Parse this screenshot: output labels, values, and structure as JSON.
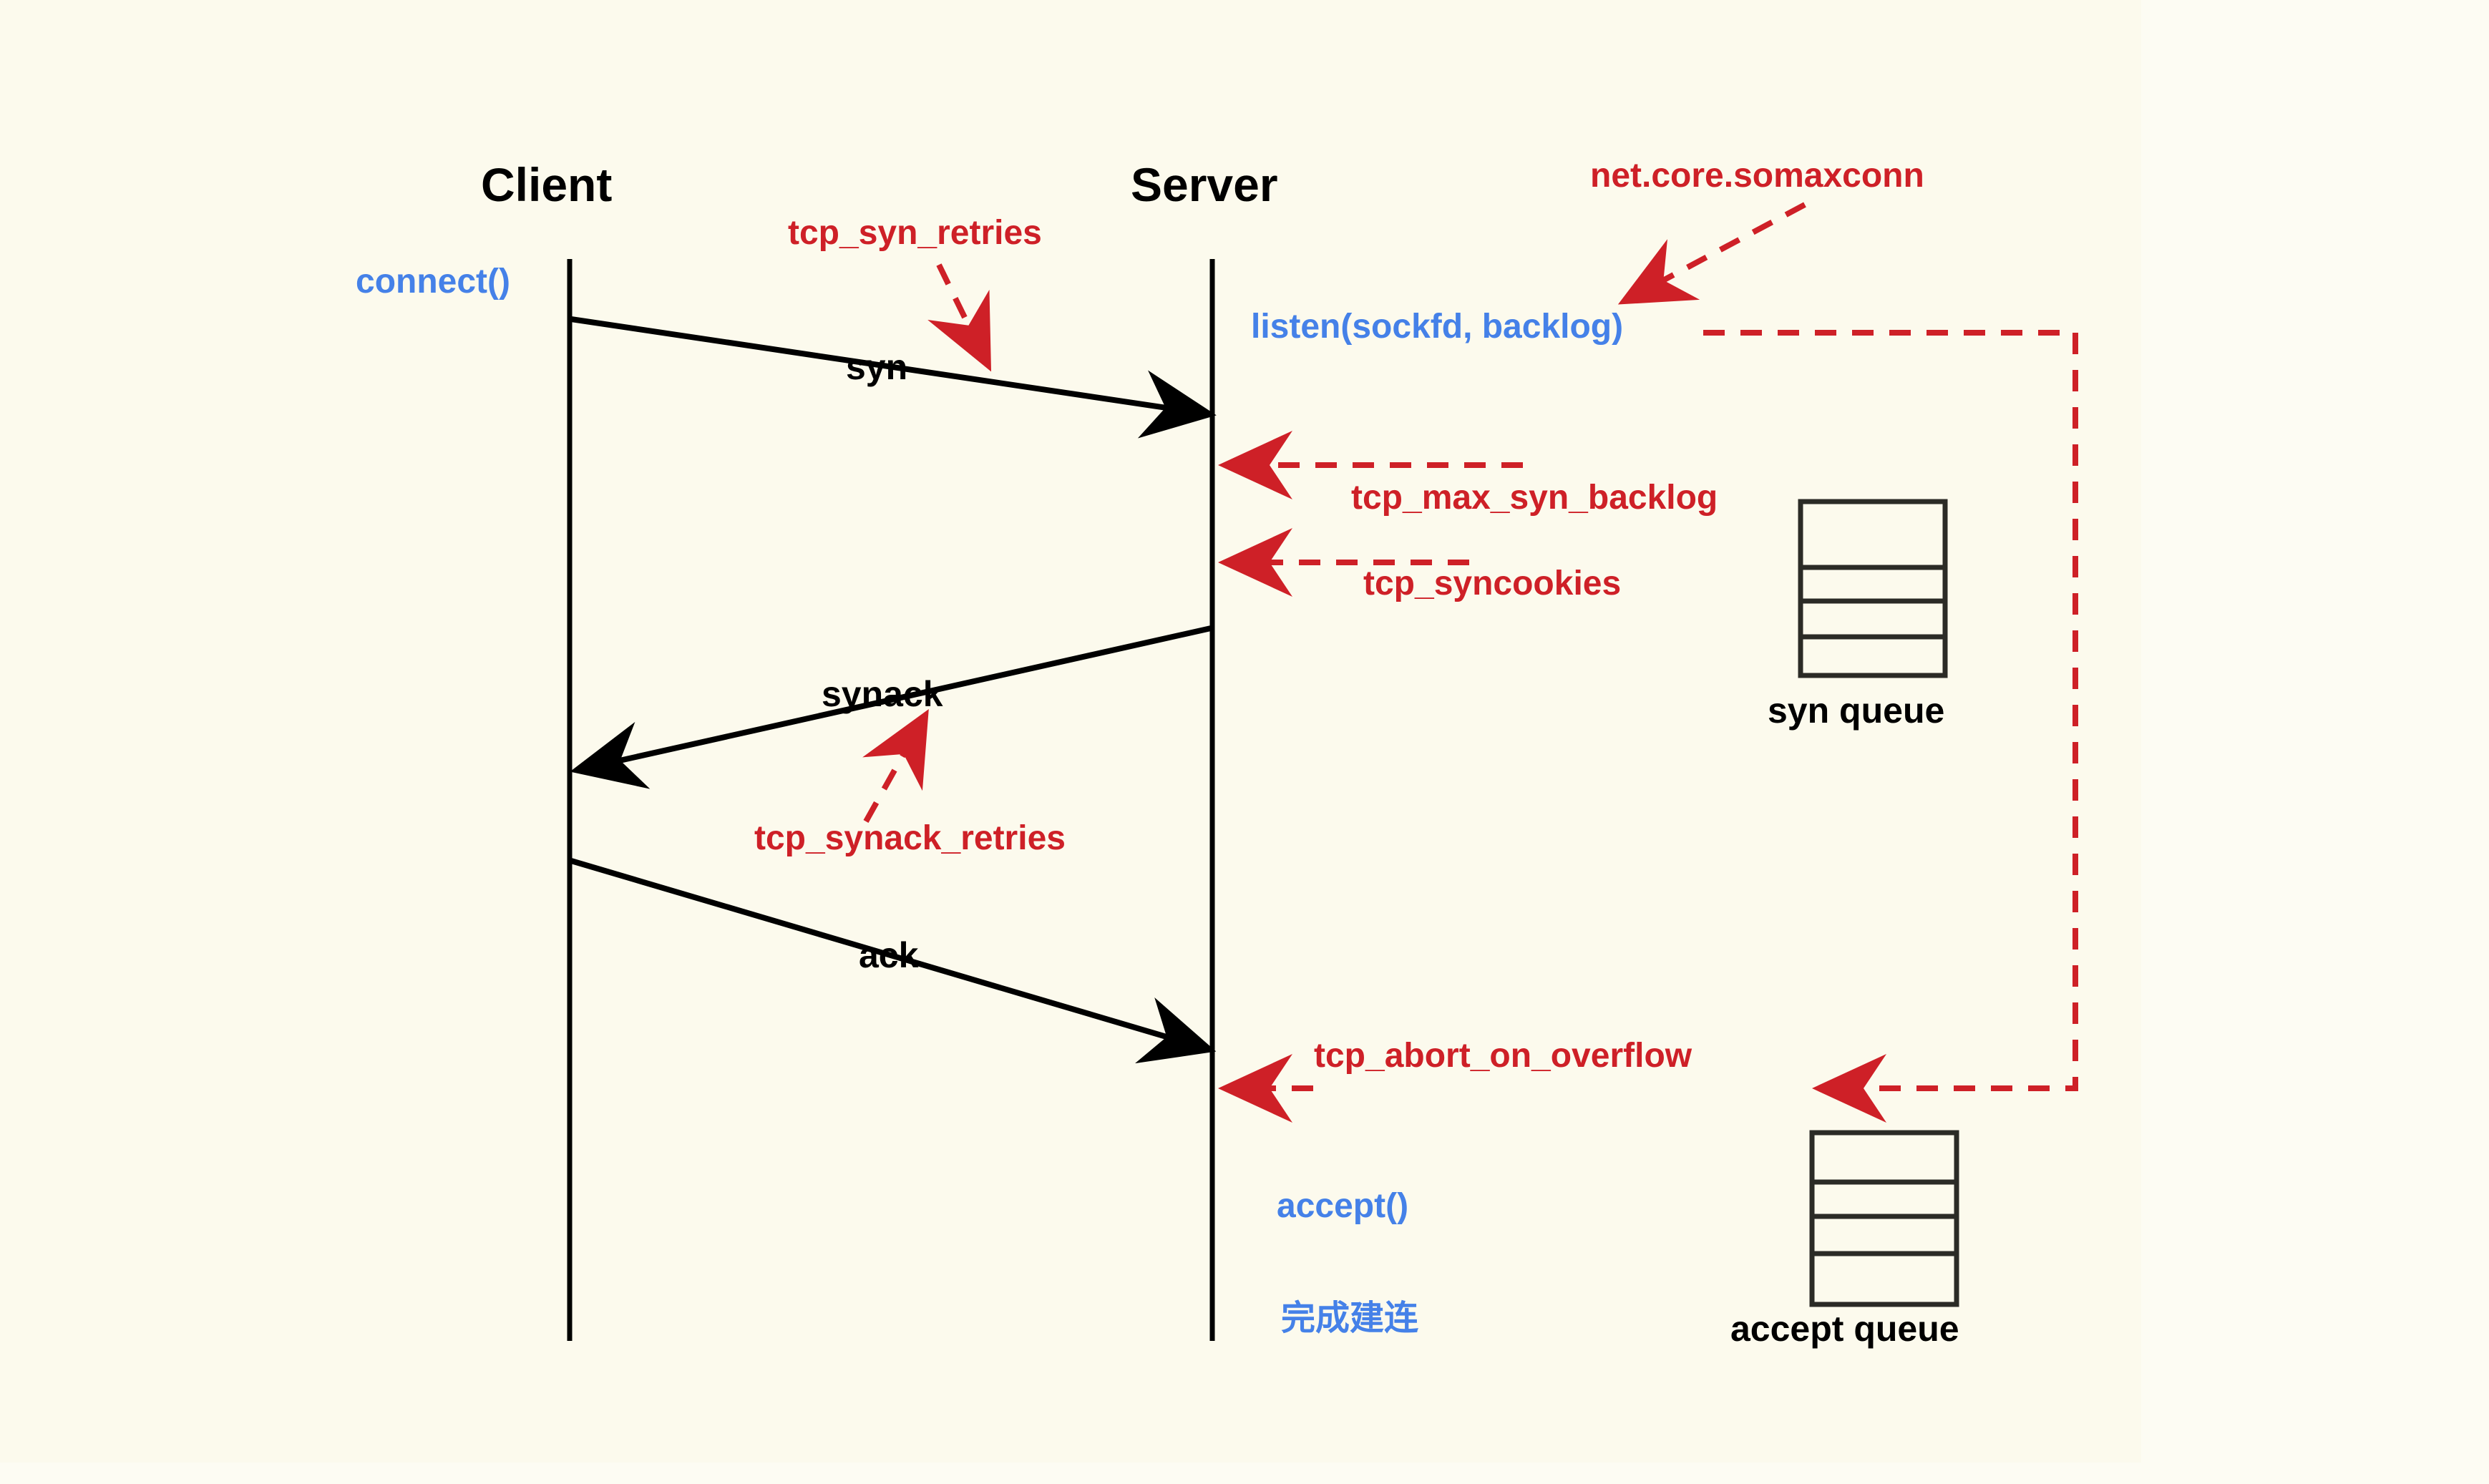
{
  "diagram": {
    "title": "TCP three-way handshake with kernel tuning parameters",
    "background_color": "#fdfcf3",
    "canvas_color": "#fcfaed",
    "colors": {
      "black": "#000000",
      "red": "#ce2027",
      "blue": "#4581e8"
    },
    "actors": [
      {
        "id": "client",
        "label": "Client"
      },
      {
        "id": "server",
        "label": "Server"
      }
    ],
    "messages": [
      {
        "id": "syn",
        "label": "syn",
        "direction": "client-to-server"
      },
      {
        "id": "synack",
        "label": "synack",
        "direction": "server-to-client"
      },
      {
        "id": "ack",
        "label": "ack",
        "direction": "client-to-server"
      }
    ],
    "api_calls": [
      {
        "id": "connect",
        "label": "connect()",
        "side": "client"
      },
      {
        "id": "listen",
        "label": "listen(sockfd, backlog)",
        "side": "server"
      },
      {
        "id": "accept",
        "label": "accept()",
        "side": "server"
      },
      {
        "id": "done",
        "label": "完成建连",
        "side": "server"
      }
    ],
    "kernel_params": [
      {
        "id": "tcp_syn_retries",
        "label": "tcp_syn_retries"
      },
      {
        "id": "net_core_somaxconn",
        "label": "net.core.somaxconn"
      },
      {
        "id": "tcp_max_syn_backlog",
        "label": "tcp_max_syn_backlog"
      },
      {
        "id": "tcp_syncookies",
        "label": "tcp_syncookies"
      },
      {
        "id": "tcp_synack_retries",
        "label": "tcp_synack_retries"
      },
      {
        "id": "tcp_abort_on_overflow",
        "label": "tcp_abort_on_overflow"
      }
    ],
    "queues": [
      {
        "id": "syn_queue",
        "label": "syn queue",
        "slots": 4
      },
      {
        "id": "accept_queue",
        "label": "accept queue",
        "slots": 4
      }
    ]
  }
}
